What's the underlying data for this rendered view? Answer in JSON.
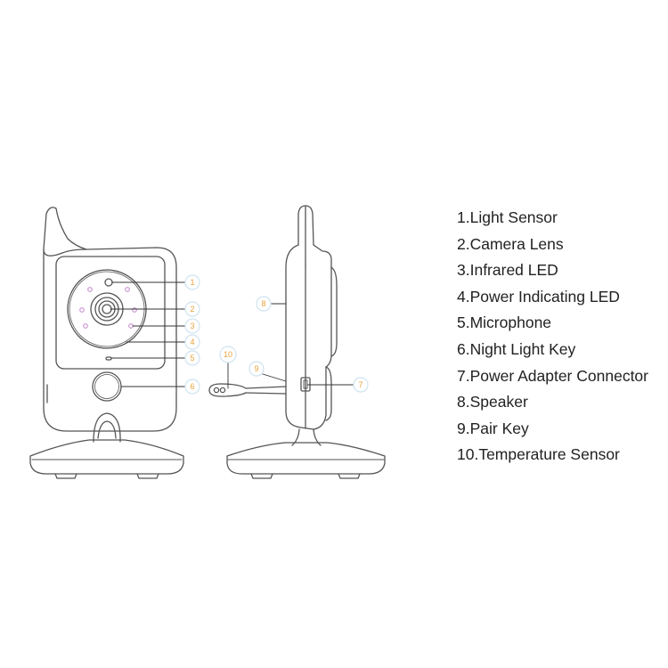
{
  "diagram": {
    "title": "Baby monitor camera unit – component callouts",
    "colors": {
      "outline": "#555555",
      "callout_number": "#e8a33a",
      "callout_ring": "#cfe3f0",
      "infrared_led": "#c98fd1",
      "legend_text": "#222222"
    },
    "callouts": {
      "1": "1",
      "2": "2",
      "3": "3",
      "4": "4",
      "5": "5",
      "6": "6",
      "7": "7",
      "8": "8",
      "9": "9",
      "10": "10"
    },
    "legend": [
      "1.Light Sensor",
      "2.Camera Lens",
      "3.Infrared LED",
      "4.Power Indicating LED",
      "5.Microphone",
      "6.Night Light Key",
      "7.Power Adapter Connector",
      "8.Speaker",
      "9.Pair Key",
      "10.Temperature Sensor"
    ]
  }
}
